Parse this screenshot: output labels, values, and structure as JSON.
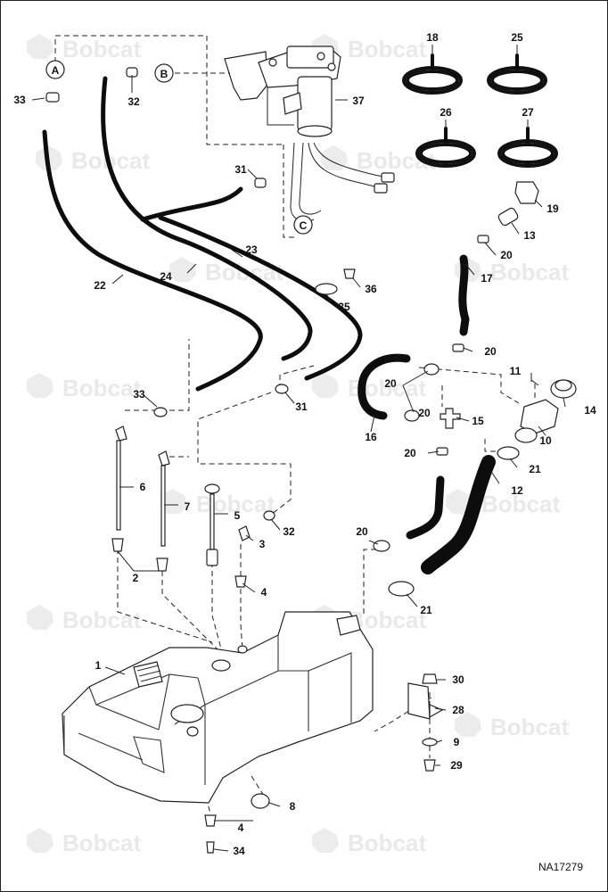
{
  "watermark": "Bobcat",
  "reference_code": "NA17279",
  "connection_labels": [
    "A",
    "B",
    "C"
  ],
  "part_callouts": [
    "1",
    "2",
    "3",
    "4",
    "4",
    "5",
    "6",
    "7",
    "8",
    "9",
    "10",
    "11",
    "12",
    "13",
    "14",
    "15",
    "16",
    "17",
    "18",
    "19",
    "20",
    "20",
    "20",
    "20",
    "20",
    "20",
    "21",
    "21",
    "22",
    "23",
    "24",
    "25",
    "26",
    "27",
    "28",
    "29",
    "30",
    "31",
    "31",
    "32",
    "32",
    "33",
    "33",
    "34",
    "35",
    "36",
    "37"
  ],
  "icons": {
    "watermark_logo": "bobcat-head-icon",
    "connection_marker": "circle-letter-icon"
  }
}
